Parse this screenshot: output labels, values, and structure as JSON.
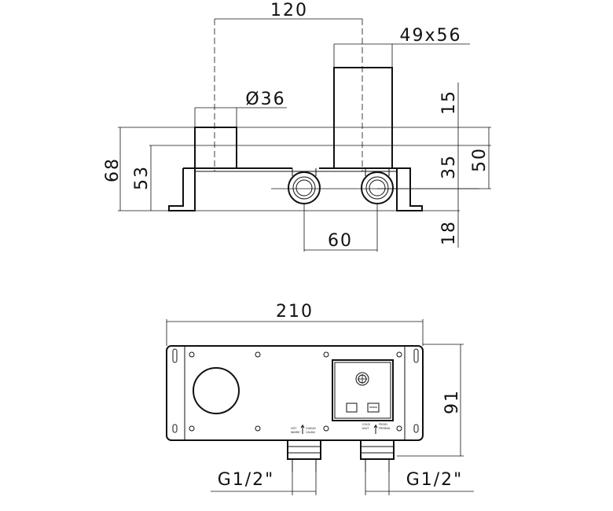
{
  "top_view": {
    "dim_120": "120",
    "dim_49x56": "49x56",
    "dim_phi36": "Ø36",
    "dim_15": "15",
    "dim_68": "68",
    "dim_53": "53",
    "dim_35": "35",
    "dim_50": "50",
    "dim_60": "60",
    "dim_18": "18"
  },
  "front_view": {
    "dim_210": "210",
    "dim_91": "91",
    "thread_left": "G1/2\"",
    "thread_right": "G1/2\"",
    "label_hot_1": "HOT",
    "label_hot_2": "WARM",
    "label_cold_1": "CHAUD",
    "label_cold_2": "CALDA",
    "label_bottom_1": "COLD",
    "label_bottom_2": "KALT",
    "label_bottom_3": "FROID",
    "label_bottom_4": "FREDDA"
  }
}
